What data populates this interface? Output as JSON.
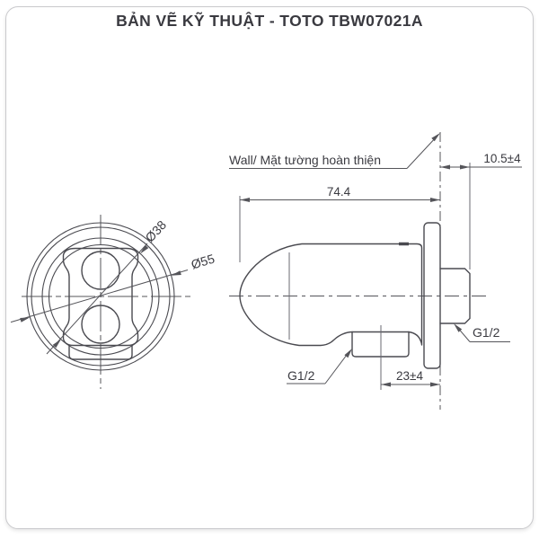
{
  "title": "BẢN VẼ KỸ THUẬT - TOTO TBW07021A",
  "drawing": {
    "wall_label": "Wall/ Mặt tường hoàn thiện",
    "dim_body_length": "74.4",
    "dim_wall_depth": "10.5±4",
    "dim_outlet_offset": "23±4",
    "thread_label_right": "G1/2",
    "thread_label_bottom": "G1/2",
    "dia_inner": "Ø38",
    "dia_outer": "Ø55"
  },
  "colors": {
    "background": "#ffffff",
    "border": "#c9c9cc",
    "line": "#4a4a50",
    "thin_line": "#6a6a72",
    "dim_line": "#55555a",
    "text": "#3a3a40"
  }
}
